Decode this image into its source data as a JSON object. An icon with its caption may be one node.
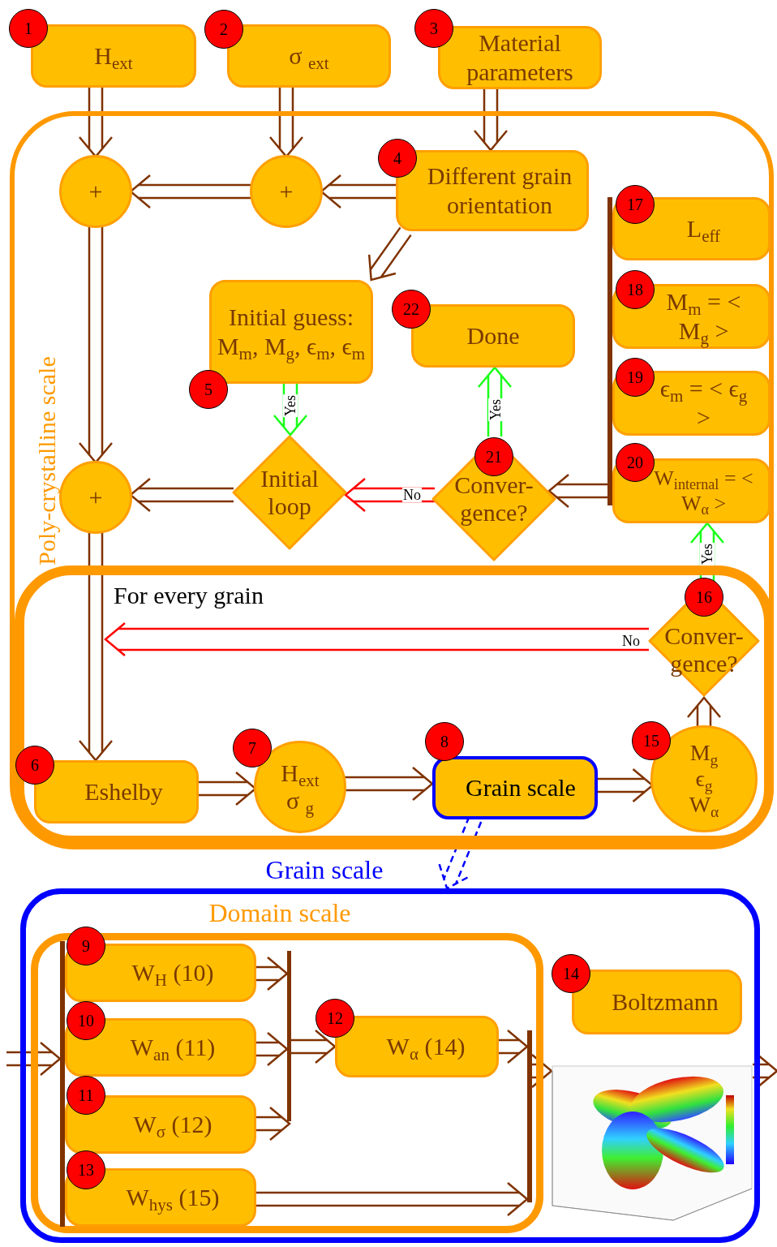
{
  "diagram": {
    "nodes": [
      {
        "text": [
          "Poly-crystalline scale"
        ]
      },
      {
        "text": [
          "For every grain"
        ],
        "in": 0
      },
      {
        "text": [
          "H$_{ext}$"
        ]
      },
      {
        "text": [
          "σ $_{ext}$"
        ]
      },
      {
        "text": [
          "Material parameters"
        ]
      },
      {
        "text": [
          "+"
        ],
        "in": 0
      },
      {
        "text": [
          "+"
        ],
        "in": 0
      },
      {
        "text": [
          "Different grain orientation"
        ],
        "in": 0
      },
      {
        "text": [
          "Initial guess: M$_{m}$, M$_{g}$, ϵ$_{m}$, ϵ$_{m}$"
        ],
        "in": 0
      },
      {
        "text": [
          "Done"
        ],
        "in": 0
      },
      {
        "text": [
          "L$_{eff}$"
        ],
        "in": 0
      },
      {
        "text": [
          "M$_{m}$ = < M$_{g}$ >"
        ],
        "in": 0
      },
      {
        "text": [
          "ϵ$_{m}$ = < ϵ$_{g}$ >"
        ],
        "in": 0
      },
      {
        "text": [
          "W$_{internal}$ = < W$_{α}$ >"
        ],
        "in": 0
      },
      {
        "text": [
          "+"
        ],
        "in": 0
      },
      {
        "text": [
          "Initial loop"
        ],
        "in": 0
      },
      {
        "text": [
          "Conver- gence?"
        ],
        "in": 0
      },
      {
        "text": [
          "Conver- gence?"
        ],
        "in": 1
      },
      {
        "text": [
          "Eshelby"
        ],
        "in": 1
      },
      {
        "text": [
          "H$_{ext}$",
          "σ $_{g}$"
        ],
        "in": 1
      },
      {
        "text": [
          "Grain scale"
        ],
        "in": 1
      },
      {
        "text": [
          "M$_{g}$",
          "ϵ$_{g}$",
          "W$_{α}$"
        ],
        "in": 1
      },
      {
        "text": [
          "Grain scale"
        ]
      },
      {
        "text": [
          "Domain scale"
        ],
        "in": 22
      },
      {
        "text": [
          "W$_{H}$ (10)"
        ],
        "in": 23
      },
      {
        "text": [
          "W$_{an}$ (11)"
        ],
        "in": 23
      },
      {
        "text": [
          "W$_{σ}$ (12)"
        ],
        "in": 23
      },
      {
        "text": [
          "W$_{hys}$ (15)"
        ],
        "in": 23
      },
      {
        "text": [
          "W$_{α}$ (14)"
        ],
        "in": 23
      },
      {
        "text": [
          "Boltzmann"
        ],
        "in": 22
      },
      {
        "text": [],
        "shape": "picture",
        "in": 22
      },
      {
        "text": [],
        "shape": "bar",
        "in": 0
      },
      {
        "text": [],
        "shape": "bar",
        "in": 23
      },
      {
        "text": [],
        "shape": "bar",
        "in": 23
      },
      {
        "text": [],
        "shape": "bar",
        "in": 23
      }
    ],
    "edges": [
      {
        "from": 2,
        "to": 5,
        "arrow": "to"
      },
      {
        "from": 3,
        "to": 6,
        "arrow": "to"
      },
      {
        "from": 4,
        "to": 7,
        "arrow": "to"
      },
      {
        "from": 7,
        "to": 6,
        "arrow": "to"
      },
      {
        "from": 6,
        "to": 5,
        "arrow": "to"
      },
      {
        "from": 7,
        "to": 8,
        "arrow": "to"
      },
      {
        "from": 8,
        "to": 15,
        "arrow": "to",
        "label": "Yes",
        "color": "#1aff1a"
      },
      {
        "from": 5,
        "to": 14,
        "arrow": "to"
      },
      {
        "from": 15,
        "to": 14,
        "arrow": "to"
      },
      {
        "from": 16,
        "to": 15,
        "arrow": "to",
        "label": "No",
        "color": "#ff0000"
      },
      {
        "from": 16,
        "to": 9,
        "arrow": "to",
        "label": "Yes",
        "color": "#1aff1a"
      },
      {
        "from": 31,
        "to": 16,
        "arrow": "to"
      },
      {
        "from": 14,
        "to": 18,
        "arrow": "to"
      },
      {
        "from": 18,
        "to": 19,
        "arrow": "to"
      },
      {
        "from": 19,
        "to": 20,
        "arrow": "to"
      },
      {
        "from": 20,
        "to": 21,
        "arrow": "to"
      },
      {
        "from": 21,
        "to": 17,
        "arrow": "to"
      },
      {
        "from": 17,
        "to": 13,
        "arrow": "to",
        "label": "Yes",
        "color": "#1aff1a"
      },
      {
        "from": 17,
        "to": null,
        "arrow": "to",
        "label": "No",
        "color": "#ff0000"
      },
      {
        "from": 20,
        "to": 22,
        "arrow": "to",
        "style": "dashed",
        "color": "#0000ff"
      },
      {
        "from": null,
        "to": 32,
        "arrow": "to"
      },
      {
        "from": 24,
        "to": 33,
        "arrow": "to"
      },
      {
        "from": 25,
        "to": 33,
        "arrow": "to"
      },
      {
        "from": 26,
        "to": 33,
        "arrow": "to"
      },
      {
        "from": 33,
        "to": 28,
        "arrow": "to"
      },
      {
        "from": 28,
        "to": 34,
        "arrow": "to"
      },
      {
        "from": 27,
        "to": 34,
        "arrow": "to"
      },
      {
        "from": 34,
        "to": 30,
        "arrow": "to"
      },
      {
        "from": 30,
        "to": null,
        "arrow": "to"
      }
    ],
    "labels": [
      "1",
      "2",
      "3",
      "4",
      "17",
      "18",
      "22",
      "5",
      "19",
      "20",
      "21",
      "16",
      "7",
      "15",
      "6",
      "8",
      "9",
      "14",
      "10",
      "12",
      "11",
      "13"
    ]
  }
}
